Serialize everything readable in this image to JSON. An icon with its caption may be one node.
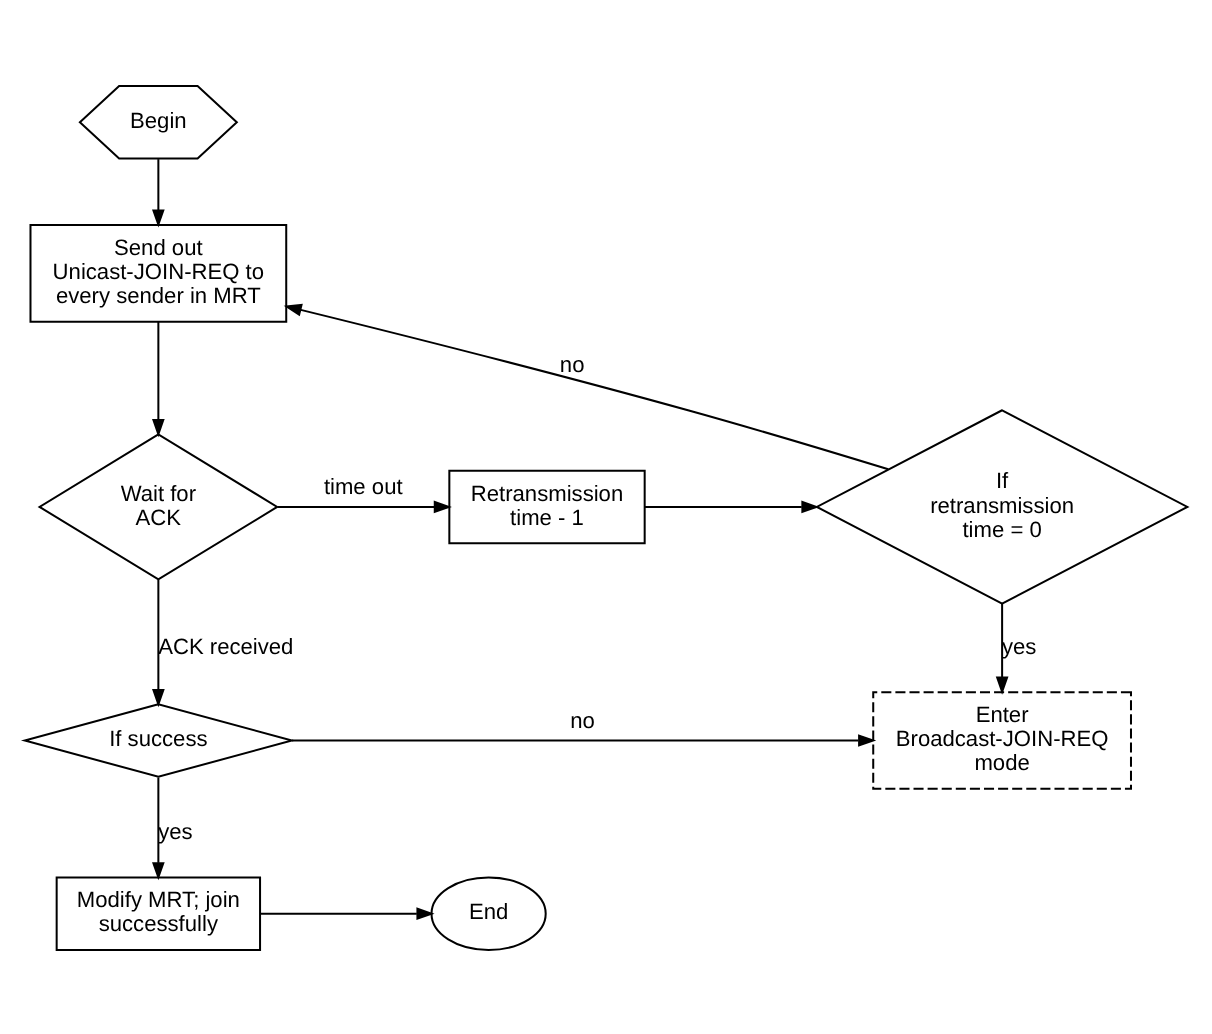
{
  "diagram": {
    "nodes": [
      {
        "text": [
          "Begin"
        ]
      },
      {
        "text": [
          "Send out Unicast-JOIN-REQ to every sender in MRT"
        ]
      },
      {
        "text": [
          "Wait for ACK"
        ]
      },
      {
        "text": [
          "Retransmission time - 1"
        ]
      },
      {
        "text": [
          "If retransmission time = 0"
        ]
      },
      {
        "text": [
          "Enter Broadcast-JOIN-REQ mode"
        ]
      },
      {
        "text": [
          "If success"
        ]
      },
      {
        "text": [
          "Modify MRT; join successfully"
        ]
      },
      {
        "text": [
          "End"
        ]
      }
    ],
    "edges": [
      {
        "from": 0,
        "to": 1,
        "arrow": "to"
      },
      {
        "from": 1,
        "to": 2,
        "arrow": "to"
      },
      {
        "from": 2,
        "to": 3,
        "label": "time out",
        "arrow": "to"
      },
      {
        "from": 3,
        "to": 4,
        "arrow": "to"
      },
      {
        "from": 4,
        "to": 1,
        "label": "no",
        "arrow": "to"
      },
      {
        "from": 4,
        "to": 5,
        "label": "yes",
        "arrow": "to"
      },
      {
        "from": 2,
        "to": 6,
        "label": "ACK received",
        "arrow": "to"
      },
      {
        "from": 6,
        "to": 5,
        "label": "no",
        "arrow": "to"
      },
      {
        "from": 6,
        "to": 7,
        "label": "yes",
        "arrow": "to"
      },
      {
        "from": 7,
        "to": 8,
        "arrow": "to"
      }
    ]
  }
}
